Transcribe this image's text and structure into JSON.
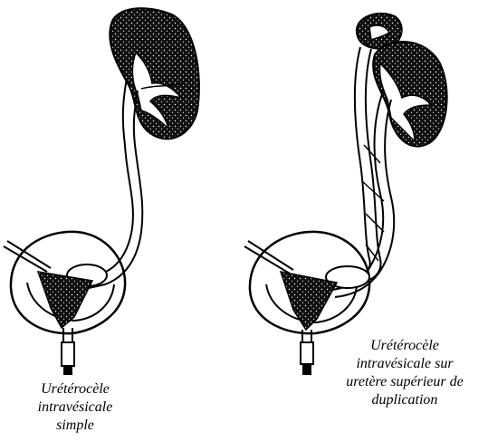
{
  "captions": {
    "left": {
      "line1": "Urétérocèle",
      "line2": "intravésicale",
      "line3": "simple"
    },
    "right": {
      "line1": "Urétérocèle",
      "line2": "intravésicale sur",
      "line3": "uretère supérieur de",
      "line4": "duplication"
    }
  },
  "colors": {
    "ink": "#000000",
    "background": "#ffffff"
  }
}
